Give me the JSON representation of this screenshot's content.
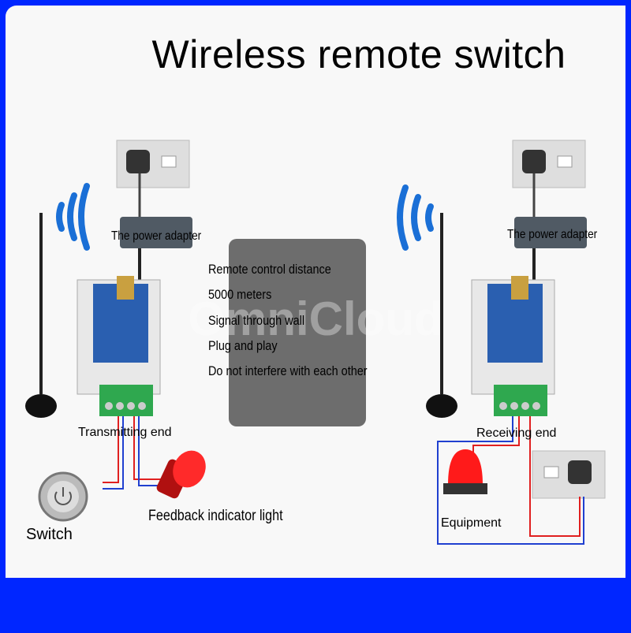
{
  "title": "Wireless remote switch",
  "watermark": "OmniCloud",
  "left": {
    "adapter_label": "The power adapter",
    "module_label": "Transmitting end",
    "switch_label": "Switch",
    "light_label": "Feedback indicator light"
  },
  "right": {
    "adapter_label": "The power adapter",
    "module_label": "Receiving end",
    "equipment_label": "Equipment"
  },
  "features": [
    "Remote control distance",
    "5000 meters",
    "Signal through wall",
    "Plug and play",
    "Do not interfere with each other"
  ],
  "colors": {
    "frame": "#0026ff",
    "signal": "#1a6fd6",
    "module": "#2a5fb0",
    "terminal": "#2fa84f",
    "wire_red": "#e02020",
    "wire_blue": "#2040d0"
  }
}
